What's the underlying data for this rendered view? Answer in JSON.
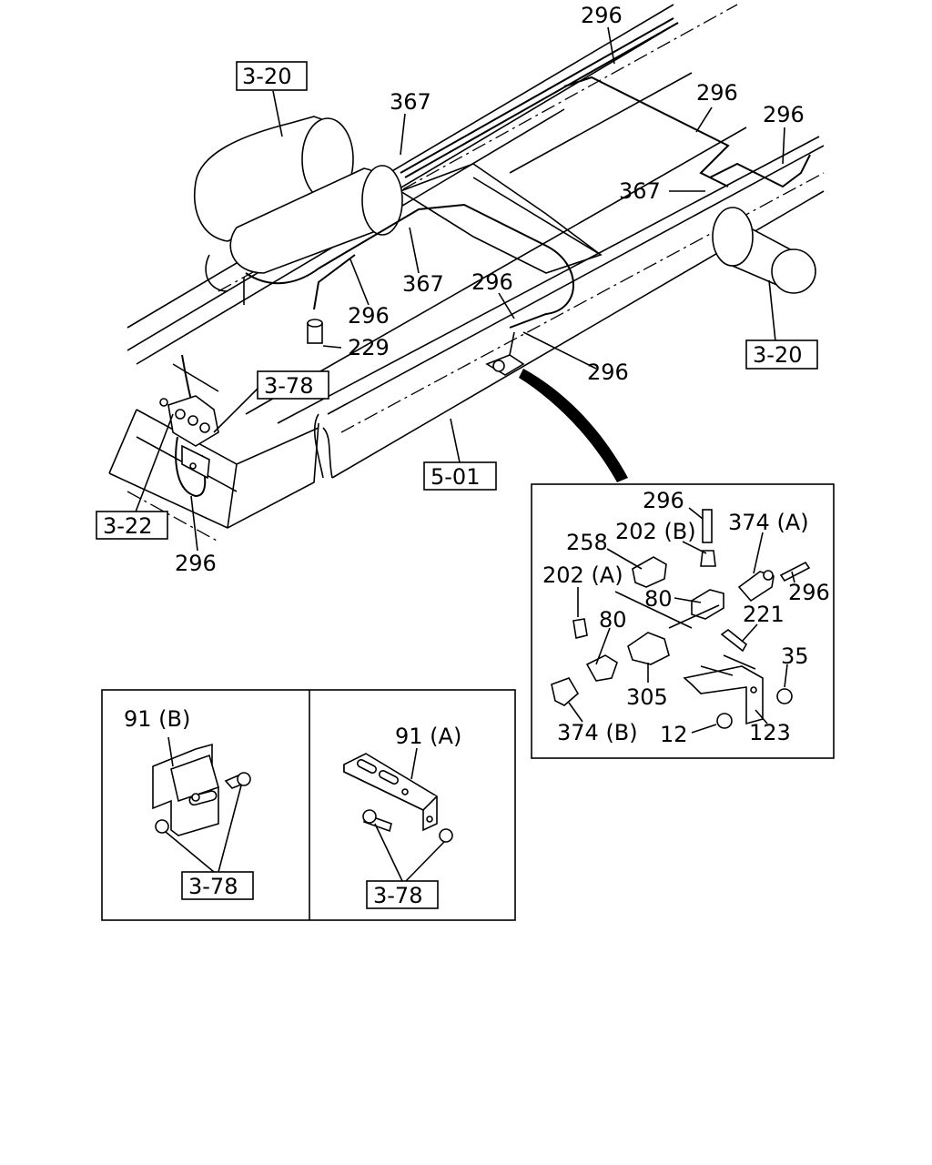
{
  "main_diagram": {
    "labels": {
      "l296_top": "296",
      "l296_a": "296",
      "l296_b": "296",
      "l367_a": "367",
      "l367_b": "367",
      "l367_c": "367",
      "l296_c": "296",
      "l229": "229",
      "l296_d": "296",
      "l296_e": "296",
      "l296_f": "296"
    },
    "refs": {
      "r320_a": "3-20",
      "r320_b": "3-20",
      "r378": "3-78",
      "r322": "3-22",
      "r501": "5-01"
    }
  },
  "detail_panel": {
    "labels": {
      "d296_a": "296",
      "d202b": "202 (B)",
      "d374a": "374 (A)",
      "d258": "258",
      "d202a": "202 (A)",
      "d80_a": "80",
      "d296_b": "296",
      "d221": "221",
      "d80_b": "80",
      "d35": "35",
      "d305": "305",
      "d374b": "374 (B)",
      "d12": "12",
      "d123": "123"
    }
  },
  "inset_left": {
    "label": "91 (B)",
    "ref": "3-78"
  },
  "inset_right": {
    "label": "91 (A)",
    "ref": "3-78"
  }
}
